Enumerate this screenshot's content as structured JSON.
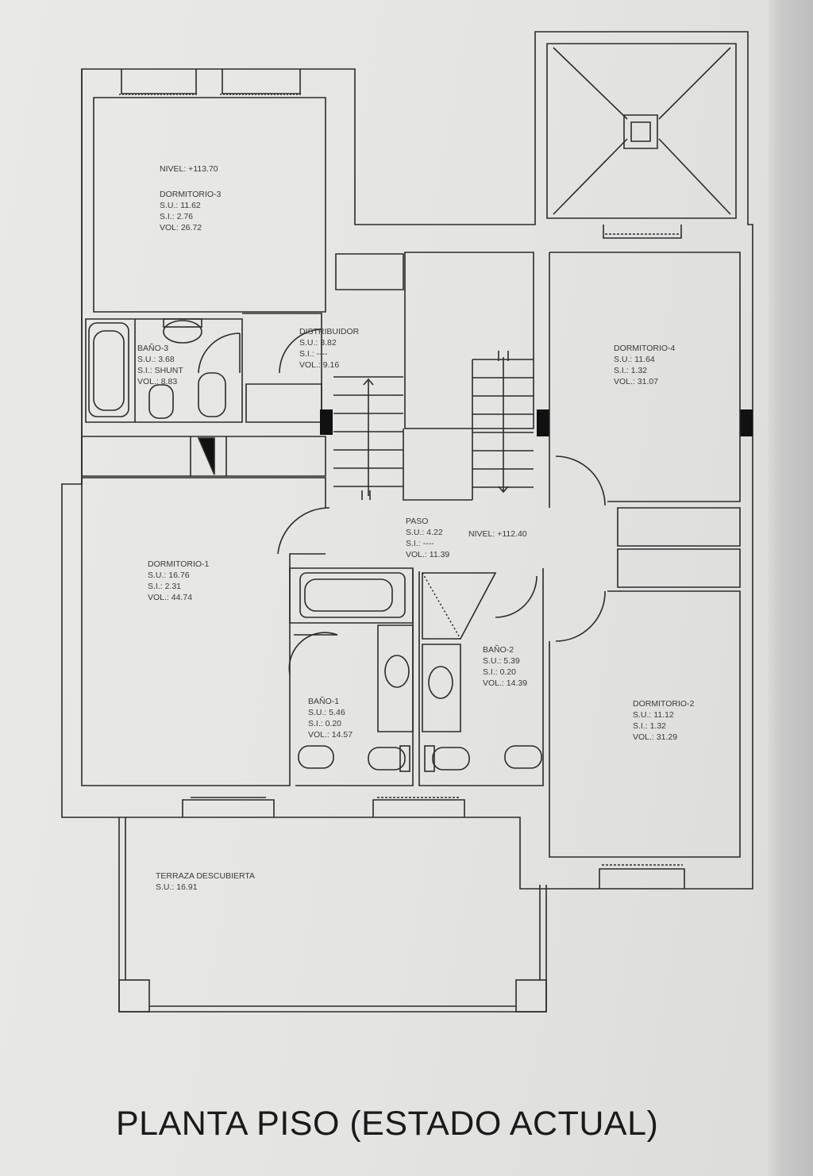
{
  "rooms": {
    "dormitorio3": {
      "nivel": "NIVEL: +113.70",
      "name": "DORMITORIO-3",
      "su": "S.U.: 11.62",
      "si": "S.I.: 2.76",
      "vol": "VOL: 26.72"
    },
    "bano3": {
      "name": "BAÑO-3",
      "su": "S.U.: 3.68",
      "si": "S.I.: SHUNT",
      "vol": "VOL.: 8.83"
    },
    "distribuidor": {
      "name": "DISTRIBUIDOR",
      "su": "S.U.: 3.82",
      "si": "S.I.: ----",
      "vol": "VOL.: 9.16"
    },
    "dormitorio4": {
      "name": "DORMITORIO-4",
      "su": "S.U.: 11.64",
      "si": "S.I.: 1.32",
      "vol": "VOL.: 31.07"
    },
    "paso": {
      "name": "PASO",
      "su": "S.U.: 4.22",
      "si": "S.I.: ----",
      "vol": "VOL.: 11.39",
      "nivel": "NIVEL: +112.40"
    },
    "dormitorio1": {
      "name": "DORMITORIO-1",
      "su": "S.U.: 16.76",
      "si": "S.I.: 2.31",
      "vol": "VOL.: 44.74"
    },
    "bano2": {
      "name": "BAÑO-2",
      "su": "S.U.: 5.39",
      "si": "S.I.: 0.20",
      "vol": "VOL.: 14.39"
    },
    "bano1": {
      "name": "BAÑO-1",
      "su": "S.U.: 5.46",
      "si": "S.I.: 0.20",
      "vol": "VOL.: 14.57"
    },
    "dormitorio2": {
      "name": "DORMITORIO-2",
      "su": "S.U.: 11.12",
      "si": "S.I.: 1.32",
      "vol": "VOL.: 31.29"
    },
    "terraza": {
      "name": "TERRAZA DESCUBIERTA",
      "su": "S.U.: 16.91"
    }
  },
  "caption": "PLANTA PISO (ESTADO ACTUAL)",
  "colors": {
    "line": "#2b2b2b",
    "paper": "#e6e6e4",
    "fill": "#111111"
  }
}
